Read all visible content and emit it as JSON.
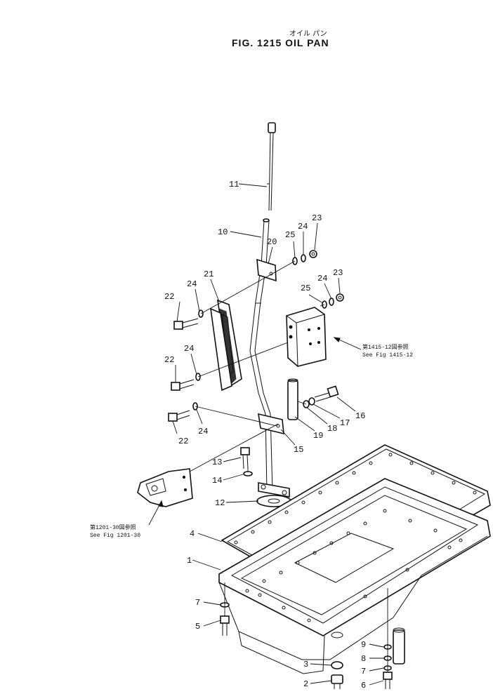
{
  "title": {
    "jp": "オイル パン",
    "fig": "FIG. 1215  OIL  PAN"
  },
  "callouts": [
    {
      "key": "p11",
      "label": "11"
    },
    {
      "key": "p10",
      "label": "10"
    },
    {
      "key": "p25a",
      "label": "25"
    },
    {
      "key": "p24a",
      "label": "24"
    },
    {
      "key": "p23a",
      "label": "23"
    },
    {
      "key": "p20",
      "label": "20"
    },
    {
      "key": "p21",
      "label": "21"
    },
    {
      "key": "p24b",
      "label": "24"
    },
    {
      "key": "p22a",
      "label": "22"
    },
    {
      "key": "p25b",
      "label": "25"
    },
    {
      "key": "p24c",
      "label": "24"
    },
    {
      "key": "p23b",
      "label": "23"
    },
    {
      "key": "p24d",
      "label": "24"
    },
    {
      "key": "p22b",
      "label": "22"
    },
    {
      "key": "p22c",
      "label": "22"
    },
    {
      "key": "p24e",
      "label": "24"
    },
    {
      "key": "p16",
      "label": "16"
    },
    {
      "key": "p17",
      "label": "17"
    },
    {
      "key": "p18",
      "label": "18"
    },
    {
      "key": "p19",
      "label": "19"
    },
    {
      "key": "p15",
      "label": "15"
    },
    {
      "key": "p13",
      "label": "13"
    },
    {
      "key": "p14",
      "label": "14"
    },
    {
      "key": "p12",
      "label": "12"
    },
    {
      "key": "p4",
      "label": "4"
    },
    {
      "key": "p1",
      "label": "1"
    },
    {
      "key": "p7a",
      "label": "7"
    },
    {
      "key": "p5",
      "label": "5"
    },
    {
      "key": "p3",
      "label": "3"
    },
    {
      "key": "p2",
      "label": "2"
    },
    {
      "key": "p9",
      "label": "9"
    },
    {
      "key": "p8",
      "label": "8"
    },
    {
      "key": "p7b",
      "label": "7"
    },
    {
      "key": "p6",
      "label": "6"
    }
  ],
  "references": {
    "ref1415_jp": "第1415-12図参照",
    "ref1415_en": "See  Fig  1415-12",
    "ref1201_jp": "第1201-30図参照",
    "ref1201_en": "See  Fig  1201-30"
  }
}
